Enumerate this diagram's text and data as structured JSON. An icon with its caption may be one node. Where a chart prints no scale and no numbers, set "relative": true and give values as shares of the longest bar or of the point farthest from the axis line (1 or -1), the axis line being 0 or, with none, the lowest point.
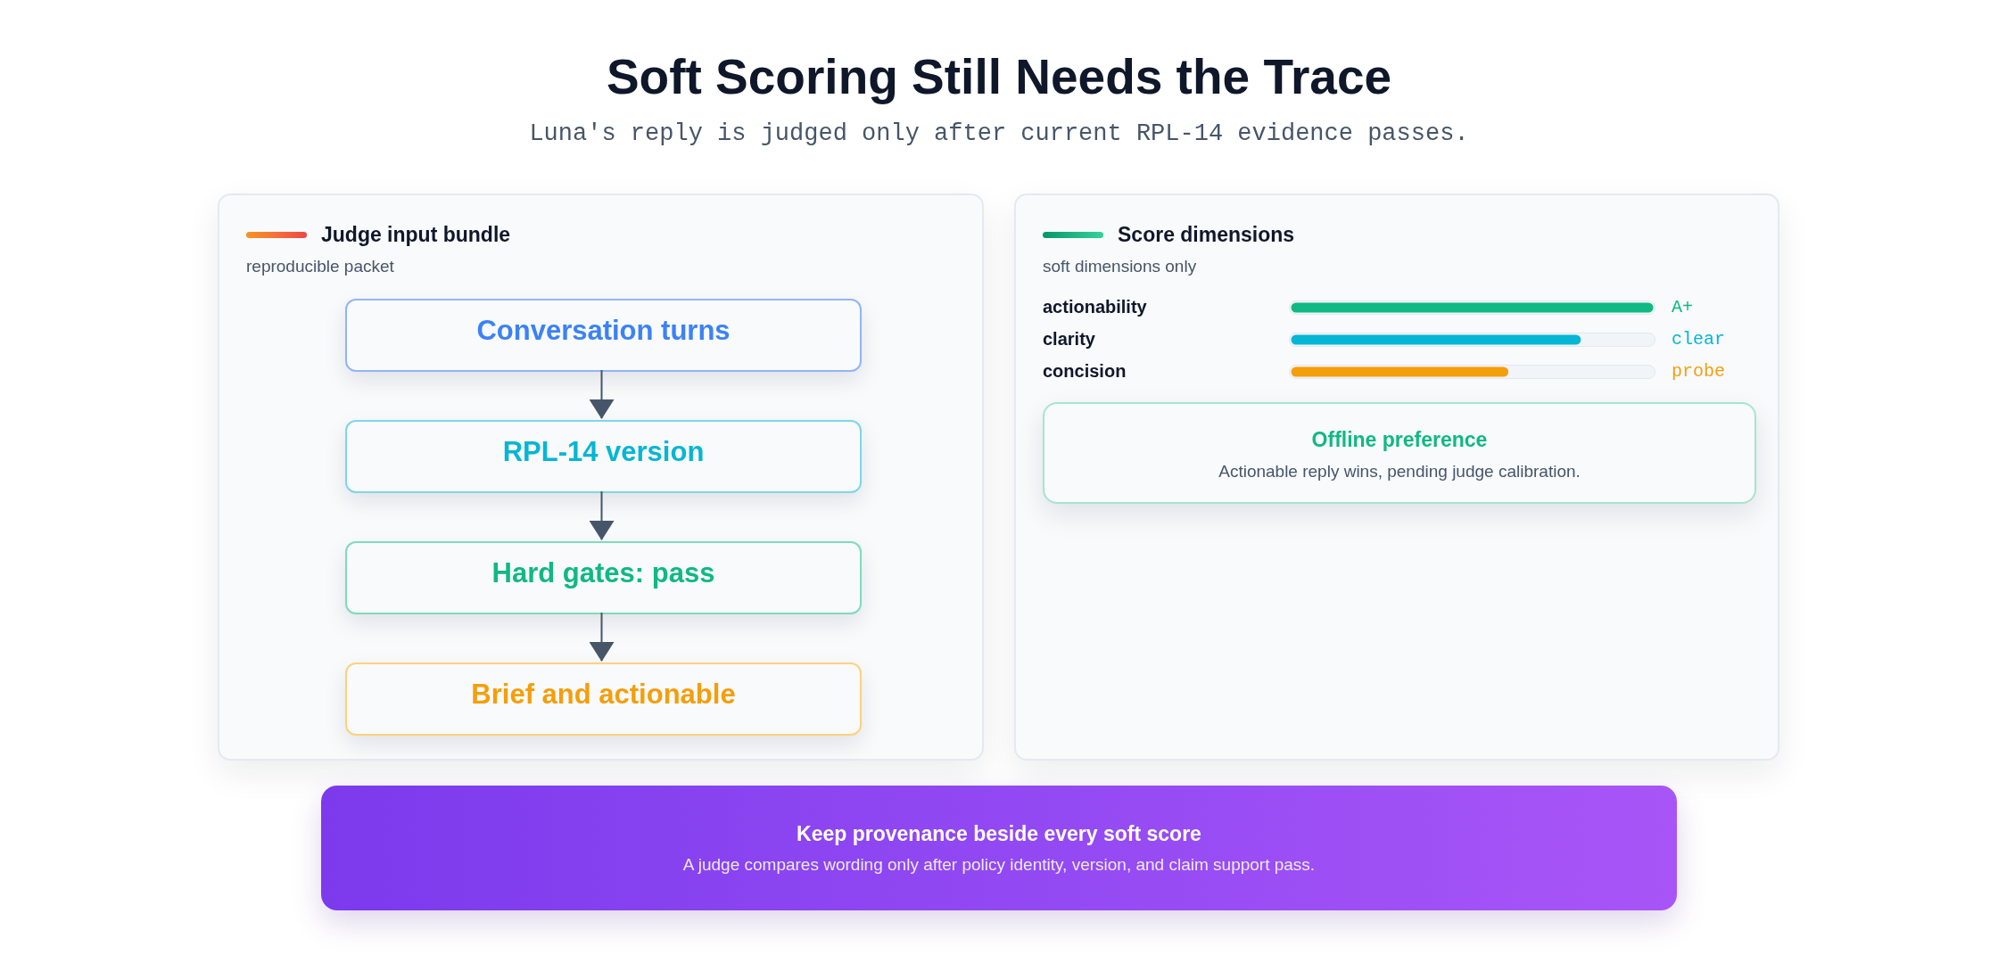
{
  "diagram": {
    "title": "Soft Scoring Still Needs the Trace",
    "nodes": [
      {
        "text": [
          "Judge input bundle",
          "reproducible packet"
        ]
      },
      {
        "text": [
          "Conversation turns"
        ],
        "in": 0
      },
      {
        "text": [
          "RPL-14 version"
        ],
        "in": 0
      },
      {
        "text": [
          "Hard gates: pass"
        ],
        "in": 0
      },
      {
        "text": [
          "Brief and actionable"
        ],
        "in": 0
      },
      {
        "text": [
          "Score dimensions",
          "soft dimensions only"
        ]
      },
      {
        "text": [
          "Offline preference",
          "Actionable reply wins, pending judge calibration."
        ],
        "in": 5
      },
      {
        "text": [
          "Keep provenance beside every soft score",
          "A judge compares wording only after policy identity, version, and claim support pass."
        ]
      }
    ],
    "edges": [
      {
        "from": 1,
        "to": 2,
        "arrow": "to"
      },
      {
        "from": 2,
        "to": 3,
        "arrow": "to"
      },
      {
        "from": 3,
        "to": 4,
        "arrow": "to"
      }
    ],
    "labels": [
      "Luna's reply is judged only after current RPL-14 evidence passes.",
      "A+",
      "clear",
      "probe"
    ],
    "chart_data": {
      "type": "bar",
      "orientation": "horizontal",
      "relative": true,
      "categories": [
        "actionability",
        "clarity",
        "concision"
      ],
      "values": [
        1.0,
        0.8,
        0.6
      ]
    }
  }
}
